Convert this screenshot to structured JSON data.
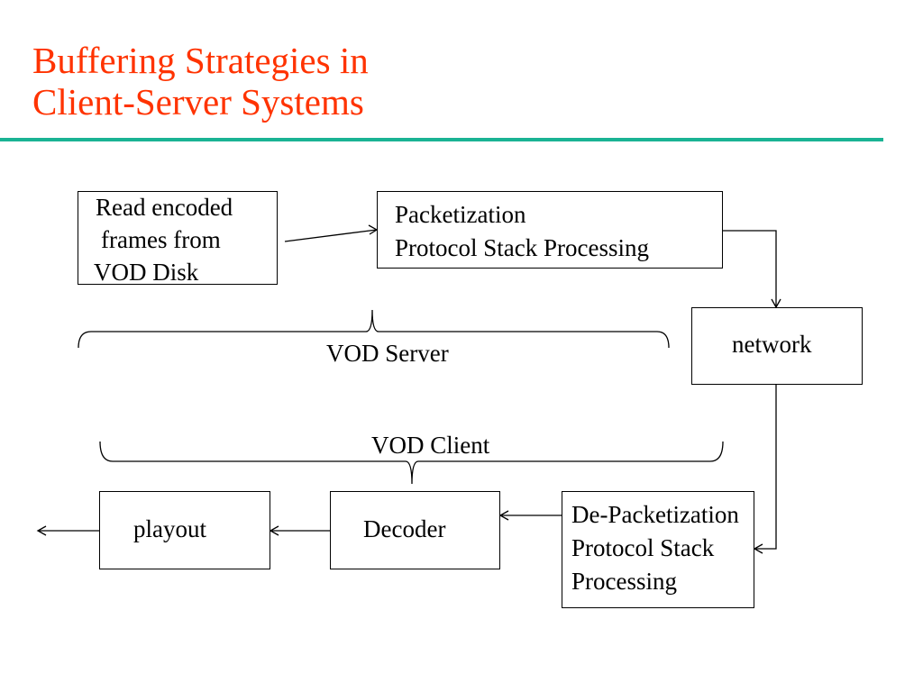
{
  "title": {
    "line1": "Buffering Strategies in",
    "line2": "Client-Server Systems"
  },
  "colors": {
    "title": "#ff3300",
    "rule": "#1ab394",
    "stroke": "#000000"
  },
  "nodes": {
    "read_disk": {
      "line1": "Read encoded",
      "line2": "frames from",
      "line3": "VOD Disk"
    },
    "packetization": {
      "line1": "Packetization",
      "line2": "Protocol Stack Processing"
    },
    "network": {
      "label": "network"
    },
    "depacketization": {
      "line1": "De-Packetization",
      "line2": "Protocol Stack",
      "line3": "Processing"
    },
    "decoder": {
      "label": "Decoder"
    },
    "playout": {
      "label": "playout"
    }
  },
  "groups": {
    "server": "VOD Server",
    "client": "VOD Client"
  }
}
